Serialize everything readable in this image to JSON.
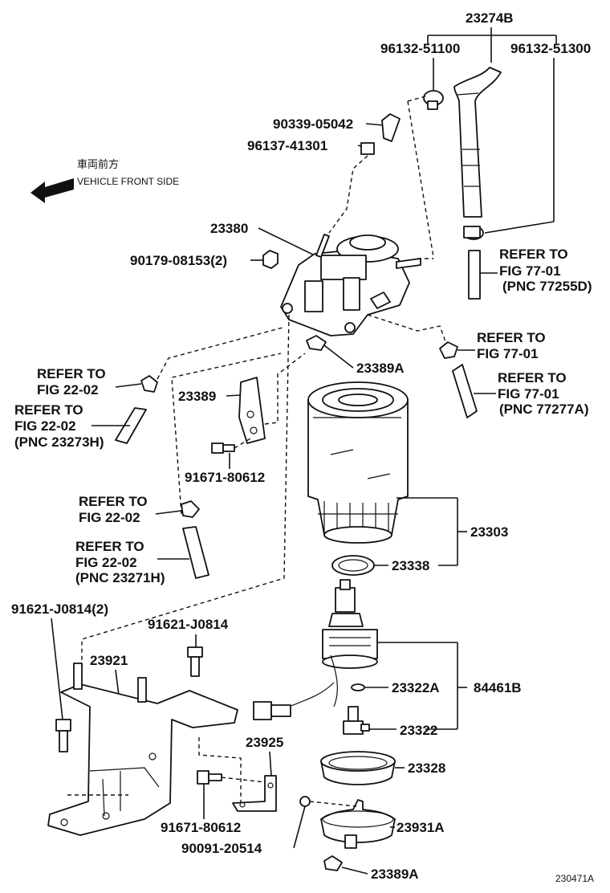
{
  "front_side": {
    "japanese": "車両前方",
    "english": "VEHICLE FRONT SIDE"
  },
  "parts": {
    "p23274B": "23274B",
    "p96132_51100": "96132-51100",
    "p96132_51300": "96132-51300",
    "p90339_05042": "90339-05042",
    "p96137_41301": "96137-41301",
    "p23380": "23380",
    "p90179_08153": "90179-08153(2)",
    "p23389A_top": "23389A",
    "p23389": "23389",
    "p91671_80612_top": "91671-80612",
    "p23303": "23303",
    "p23338": "23338",
    "p91621_J0814_2": "91621-J0814(2)",
    "p91621_J0814": "91621-J0814",
    "p23921": "23921",
    "p23322A": "23322A",
    "p84461B": "84461B",
    "p23322": "23322",
    "p23925": "23925",
    "p23328": "23328",
    "p91671_80612_bot": "91671-80612",
    "p90091_20514": "90091-20514",
    "p23931A": "23931A",
    "p23389A_bot": "23389A"
  },
  "refs": {
    "r1": {
      "l1": "REFER TO",
      "l2": "FIG 77-01",
      "l3": "(PNC 77255D)"
    },
    "r2": {
      "l1": "REFER TO",
      "l2": "FIG 77-01"
    },
    "r3": {
      "l1": "REFER TO",
      "l2": "FIG 77-01",
      "l3": "(PNC 77277A)"
    },
    "r4": {
      "l1": "REFER TO",
      "l2": "FIG 22-02"
    },
    "r5": {
      "l1": "REFER TO",
      "l2": "FIG 22-02",
      "l3": "(PNC 23273H)"
    },
    "r6": {
      "l1": "REFER TO",
      "l2": "FIG 22-02"
    },
    "r7": {
      "l1": "REFER TO",
      "l2": "FIG 22-02",
      "l3": "(PNC 23271H)"
    }
  },
  "diagram_code": "230471A"
}
